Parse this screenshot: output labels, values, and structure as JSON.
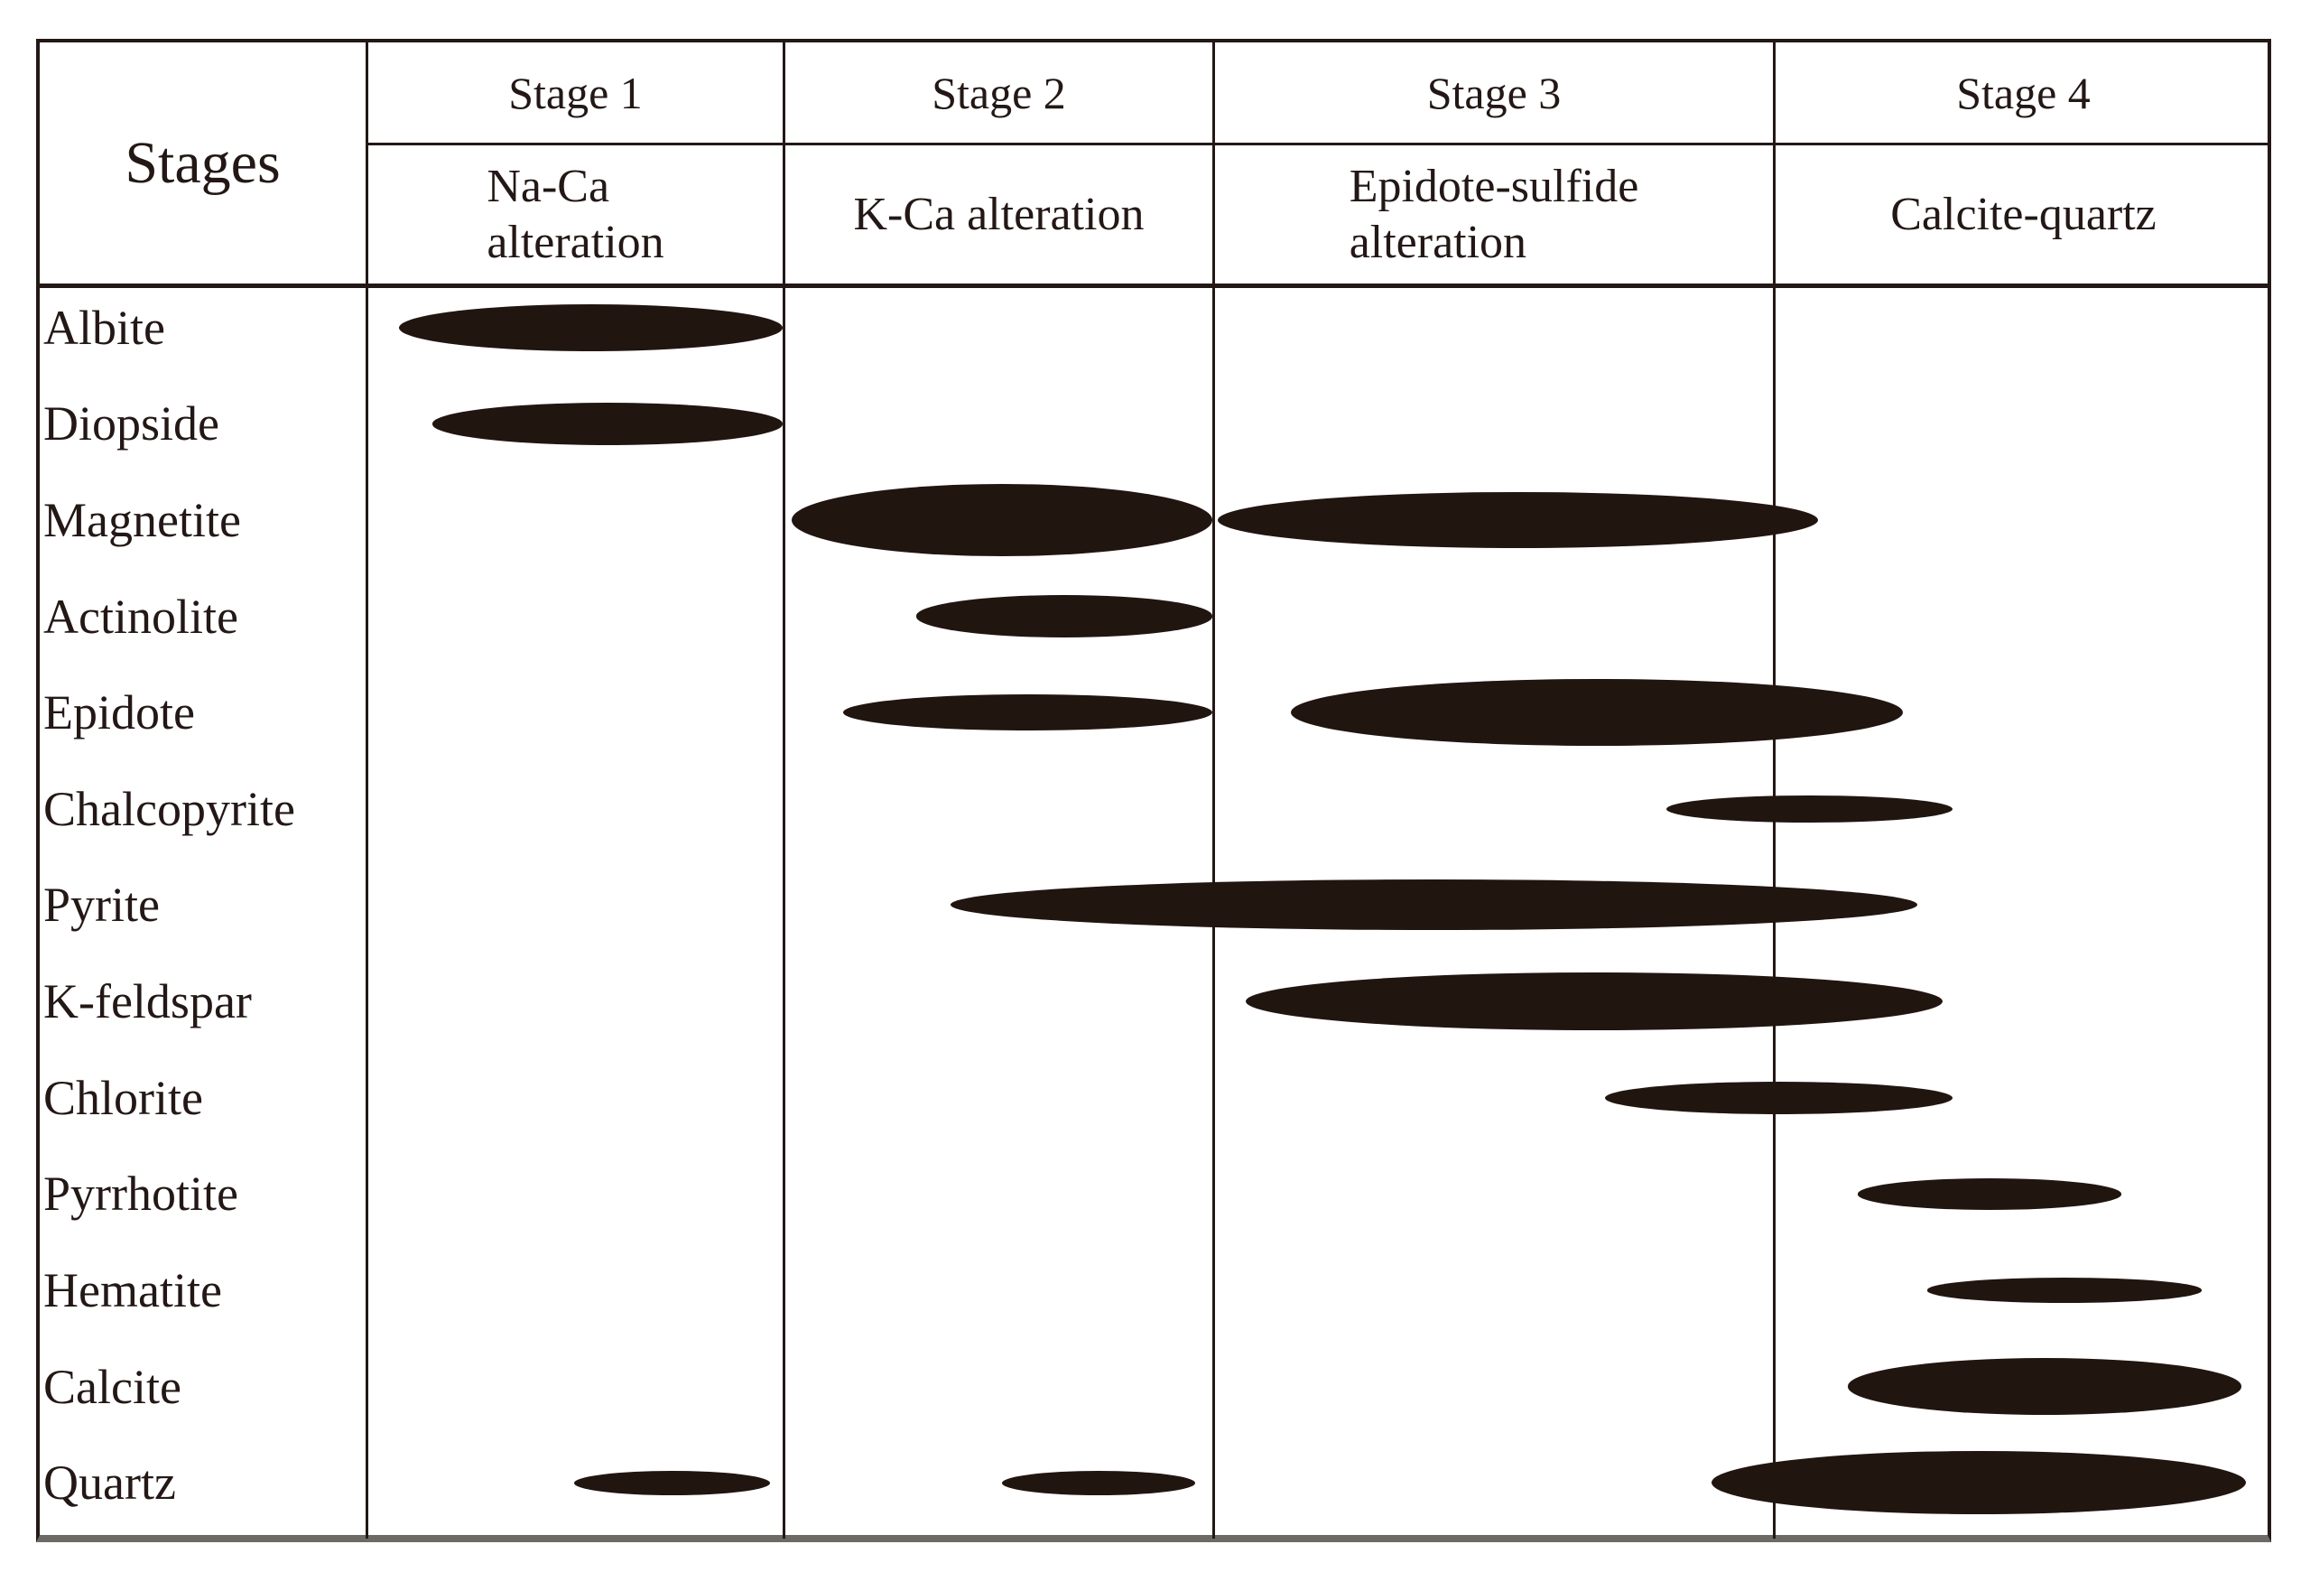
{
  "colors": {
    "ink": "#231815",
    "ellipse": "#211510",
    "paper": "#ffffff",
    "bottom_edge": "#6d6965"
  },
  "chart_data": {
    "type": "table",
    "corner_label": "Stages",
    "stages": [
      {
        "label": "Stage 1",
        "alteration": "Na-Ca alteration",
        "alteration_display": "Na-Ca\nalteration"
      },
      {
        "label": "Stage 2",
        "alteration": "K-Ca alteration",
        "alteration_display": "K-Ca alteration"
      },
      {
        "label": "Stage 3",
        "alteration": "Epidote-sulfide alteration",
        "alteration_display": "Epidote-sulfide\nalteration"
      },
      {
        "label": "Stage 4",
        "alteration": "Calcite-quartz",
        "alteration_display": "Calcite-quartz"
      }
    ],
    "unit_note": "intervals are in stage coordinates: n.0 = start of Stage n, (n+1).0 = end of Stage n; abundance = relative ellipse thickness 0-1",
    "minerals": [
      {
        "name": "Albite",
        "intervals": [
          {
            "start": 1.08,
            "end": 2.0,
            "abundance": 0.65
          }
        ]
      },
      {
        "name": "Diopside",
        "intervals": [
          {
            "start": 1.16,
            "end": 2.0,
            "abundance": 0.58
          }
        ]
      },
      {
        "name": "Magnetite",
        "intervals": [
          {
            "start": 2.02,
            "end": 3.0,
            "abundance": 1.0
          },
          {
            "start": 3.01,
            "end": 4.09,
            "abundance": 0.78
          }
        ]
      },
      {
        "name": "Actinolite",
        "intervals": [
          {
            "start": 2.31,
            "end": 3.0,
            "abundance": 0.58
          }
        ]
      },
      {
        "name": "Epidote",
        "intervals": [
          {
            "start": 2.14,
            "end": 3.0,
            "abundance": 0.5
          },
          {
            "start": 3.14,
            "end": 4.26,
            "abundance": 0.93
          }
        ]
      },
      {
        "name": "Chalcopyrite",
        "intervals": [
          {
            "start": 3.81,
            "end": 4.36,
            "abundance": 0.38
          }
        ]
      },
      {
        "name": "Pyrite",
        "intervals": [
          {
            "start": 2.39,
            "end": 4.29,
            "abundance": 0.7
          }
        ]
      },
      {
        "name": "K-feldspar",
        "intervals": [
          {
            "start": 3.06,
            "end": 4.34,
            "abundance": 0.8
          }
        ]
      },
      {
        "name": "Chlorite",
        "intervals": [
          {
            "start": 3.7,
            "end": 4.36,
            "abundance": 0.45
          }
        ]
      },
      {
        "name": "Pyrrhotite",
        "intervals": [
          {
            "start": 4.17,
            "end": 4.7,
            "abundance": 0.43
          }
        ]
      },
      {
        "name": "Hematite",
        "intervals": [
          {
            "start": 4.31,
            "end": 4.86,
            "abundance": 0.34
          }
        ]
      },
      {
        "name": "Calcite",
        "intervals": [
          {
            "start": 4.15,
            "end": 4.94,
            "abundance": 0.78
          }
        ]
      },
      {
        "name": "Quartz",
        "intervals": [
          {
            "start": 1.5,
            "end": 1.97,
            "abundance": 0.34
          },
          {
            "start": 2.51,
            "end": 2.96,
            "abundance": 0.34
          },
          {
            "start": 3.89,
            "end": 4.95,
            "abundance": 0.88
          }
        ]
      }
    ]
  }
}
